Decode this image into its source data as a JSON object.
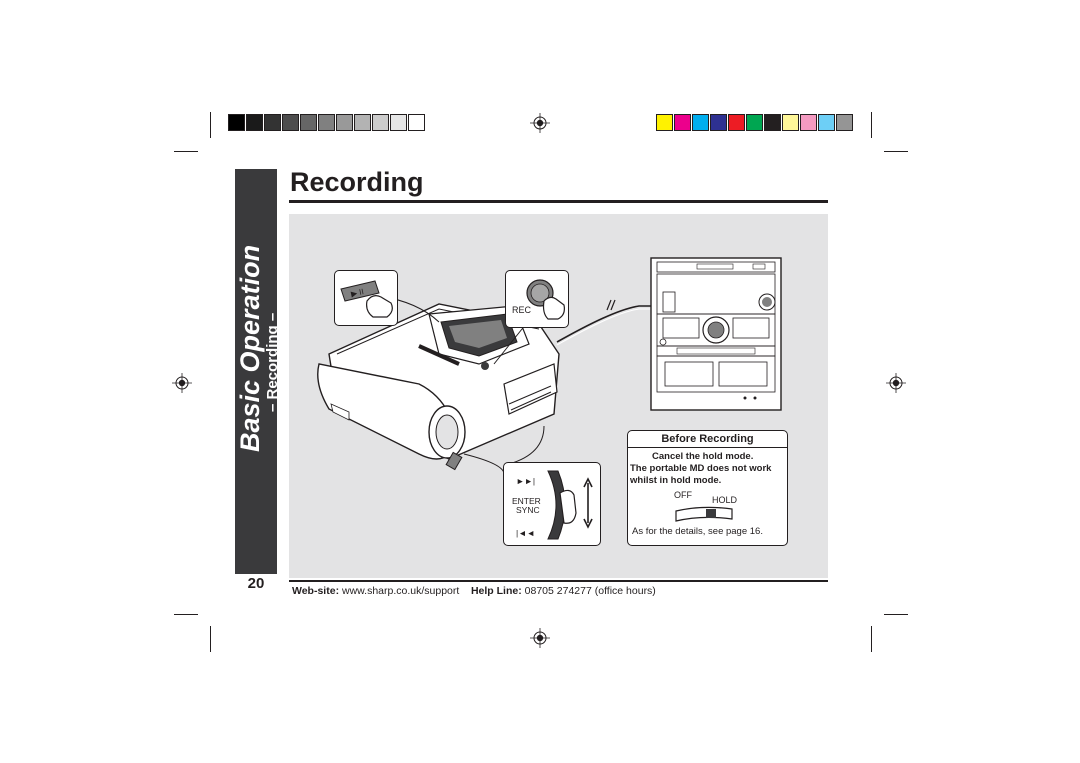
{
  "page": {
    "title": "Recording",
    "side_tab": {
      "section": "Basic Operation",
      "subsection": "– Recording –"
    },
    "page_number": "20"
  },
  "callouts": {
    "play_label": "▶ II",
    "rec_label": "REC",
    "enter_label": "ENTER",
    "sync_label": "SYNC",
    "next_symbol": "►►|",
    "prev_symbol": "|◄◄"
  },
  "info_box": {
    "heading": "Before Recording",
    "line1": "Cancel the hold mode.",
    "line2": "The portable MD does not work",
    "line3": "whilst in hold mode.",
    "switch_off": "OFF",
    "switch_hold": "HOLD",
    "note": "As for the details, see page 16."
  },
  "footer": {
    "website_label": "Web-site:",
    "website_value": "www.sharp.co.uk/support",
    "helpline_label": "Help Line:",
    "helpline_value": "08705 274277 (office hours)"
  },
  "colors": {
    "grayscale_bar": [
      "#000000",
      "#1a1a1a",
      "#333333",
      "#4d4d4d",
      "#666666",
      "#808080",
      "#999999",
      "#b3b3b3",
      "#cccccc",
      "#e6e6e6",
      "#ffffff"
    ],
    "color_bar": [
      "#fff200",
      "#ec008c",
      "#00aeef",
      "#2e3192",
      "#ed1c24",
      "#00a651",
      "#231f20",
      "#fff799",
      "#f49ac1",
      "#6dcff6",
      "#959595"
    ],
    "panel_bg": "#e3e3e4",
    "tab_bg": "#3a3a3c"
  }
}
